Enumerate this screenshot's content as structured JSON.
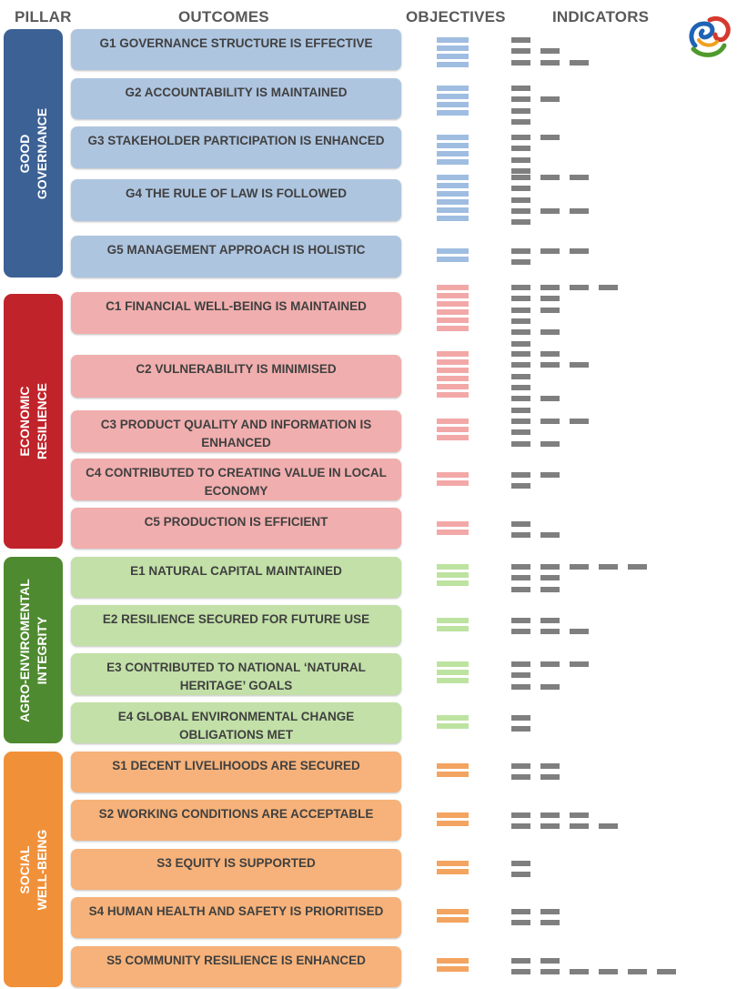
{
  "headers": {
    "pillar": "PILLAR",
    "outcomes": "OUTCOMES",
    "objectives": "OBJECTIVES",
    "indicators": "INDICATORS"
  },
  "logo": "tricolor-swirl-logo-icon",
  "pillars": [
    {
      "label": "GOOD\nGOVERNANCE",
      "color": "#3b6195",
      "light": "#aec5e0",
      "objective_color": "#9fbde0"
    },
    {
      "label": "ECONOMIC\nRESILIENCE",
      "color": "#c0232a",
      "light": "#f1aeae",
      "objective_color": "#f3a8a8"
    },
    {
      "label": "AGRO-ENVIROMENTAL\nINTEGRITY",
      "color": "#4e8a2f",
      "light": "#c2e0a7",
      "objective_color": "#bde3a0"
    },
    {
      "label": "SOCIAL\nWELL-BEING",
      "color": "#f0913a",
      "light": "#f6b27a",
      "objective_color": "#f3a460"
    }
  ],
  "outcomes": [
    {
      "text": "G1 GOVERNANCE STRUCTURE IS EFFECTIVE",
      "objectives": 4,
      "indicators": [
        1,
        2,
        3
      ]
    },
    {
      "text": "G2 ACCOUNTABILITY IS MAINTAINED",
      "objectives": 4,
      "indicators": [
        1,
        2,
        1,
        1
      ]
    },
    {
      "text": "G3 STAKEHOLDER PARTICIPATION IS ENHANCED",
      "objectives": 4,
      "indicators": [
        2,
        1,
        1,
        1
      ]
    },
    {
      "text": "G4 THE RULE OF LAW IS FOLLOWED",
      "objectives": 6,
      "indicators": [
        3,
        1,
        1,
        3,
        1
      ]
    },
    {
      "text": "G5  MANAGEMENT APPROACH IS HOLISTIC",
      "objectives": 2,
      "indicators": [
        3,
        1
      ]
    },
    {
      "text": "C1 FINANCIAL WELL-BEING IS MAINTAINED",
      "objectives": 6,
      "indicators": [
        4,
        2,
        2,
        1,
        2,
        1
      ]
    },
    {
      "text": "C2 VULNERABILITY IS MINIMISED",
      "objectives": 6,
      "indicators": [
        2,
        3,
        1,
        1,
        2,
        1
      ]
    },
    {
      "text": "C3 PRODUCT QUALITY AND INFORMATION IS\nENHANCED",
      "objectives": 3,
      "indicators": [
        3,
        1,
        2
      ]
    },
    {
      "text": "C4 CONTRIBUTED TO CREATING VALUE IN LOCAL\nECONOMY",
      "objectives": 2,
      "indicators": [
        2,
        1
      ]
    },
    {
      "text": "C5 PRODUCTION IS EFFICIENT",
      "objectives": 2,
      "indicators": [
        1,
        2
      ]
    },
    {
      "text": "E1 NATURAL CAPITAL MAINTAINED",
      "objectives": 3,
      "indicators": [
        5,
        2,
        2
      ]
    },
    {
      "text": "E2 RESILIENCE SECURED FOR FUTURE USE",
      "objectives": 2,
      "indicators": [
        2,
        3
      ]
    },
    {
      "text": "E3 CONTRIBUTED TO NATIONAL ‘NATURAL\nHERITAGE’ GOALS",
      "objectives": 3,
      "indicators": [
        3,
        1,
        2
      ]
    },
    {
      "text": "E4 GLOBAL ENVIRONMENTAL CHANGE\nOBLIGATIONS MET",
      "objectives": 2,
      "indicators": [
        1,
        1
      ]
    },
    {
      "text": "S1 DECENT LIVELIHOODS ARE SECURED",
      "objectives": 2,
      "indicators": [
        2,
        2
      ]
    },
    {
      "text": "S2 WORKING CONDITIONS ARE ACCEPTABLE",
      "objectives": 2,
      "indicators": [
        3,
        4
      ]
    },
    {
      "text": "S3 EQUITY IS SUPPORTED",
      "objectives": 2,
      "indicators": [
        1,
        1
      ]
    },
    {
      "text": "S4 HUMAN HEALTH AND SAFETY IS PRIORITISED",
      "objectives": 2,
      "indicators": [
        2,
        2
      ]
    },
    {
      "text": "S5 COMMUNITY RESILIENCE IS ENHANCED",
      "objectives": 2,
      "indicators": [
        2,
        6
      ]
    }
  ]
}
